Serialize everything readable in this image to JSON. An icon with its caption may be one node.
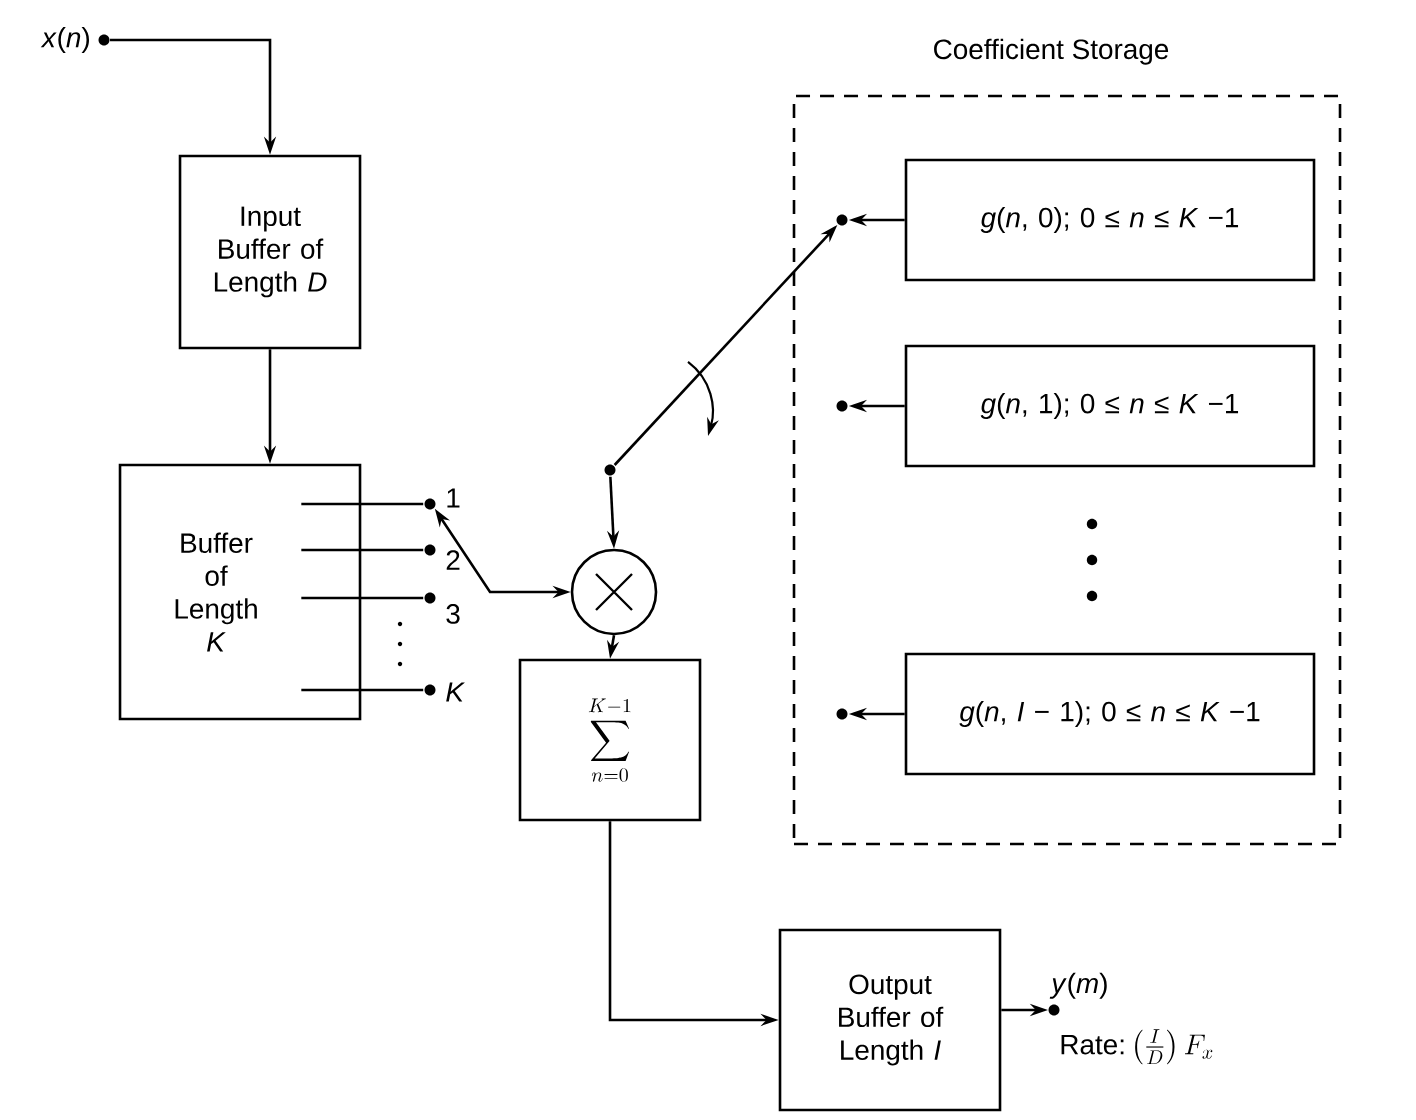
{
  "diagram": {
    "nodes": [
      {
        "text": [
          "*x*(*n*)"
        ]
      },
      {
        "text": [
          "Input Buffer of Length *D*"
        ]
      },
      {
        "text": [
          "Buffer of Length *K*"
        ]
      },
      {
        "text": [],
        "shape": "circle",
        "beside": [
          "1"
        ]
      },
      {
        "text": [],
        "shape": "circle",
        "beside": [
          "2"
        ]
      },
      {
        "text": [],
        "shape": "circle",
        "beside": [
          "3"
        ]
      },
      {
        "text": [],
        "shape": "circle",
        "beside": [
          "*K*"
        ]
      },
      {
        "text": [],
        "shape": "circle"
      },
      {
        "text": [],
        "shape": "circle"
      },
      {
        "text": [
          "Coefficient Storage"
        ]
      },
      {
        "text": [
          "*g*(*n*, 0); 0 ≤ *n* ≤ *K* −1"
        ],
        "in": 9
      },
      {
        "text": [
          "*g*(*n*, 1); 0 ≤ *n* ≤ *K* −1"
        ],
        "in": 9
      },
      {
        "text": [
          "*g*(*n*, *I* − 1); 0 ≤ *n* ≤ *K* −1"
        ],
        "in": 9
      },
      {
        "text": [],
        "shape": "circle",
        "in": 9
      },
      {
        "text": [],
        "shape": "circle",
        "in": 9
      },
      {
        "text": [],
        "shape": "circle",
        "in": 9
      },
      {
        "text": [
          "\\sum_{n=0}^{K-1}"
        ]
      },
      {
        "text": [
          "Output Buffer of Length *I*"
        ]
      },
      {
        "text": [
          "*y*(*m*)"
        ],
        "beside": [
          "\\text{Rate:}\\left(\\frac{I}{D}\\right)F_x"
        ]
      }
    ],
    "edges": [
      {
        "from": 0,
        "to": 1,
        "arrow": "to"
      },
      {
        "from": 1,
        "to": 2,
        "arrow": "to"
      },
      {
        "from": 2,
        "to": 3,
        "arrow": "none"
      },
      {
        "from": 2,
        "to": 4,
        "arrow": "none"
      },
      {
        "from": 2,
        "to": 5,
        "arrow": "none"
      },
      {
        "from": 2,
        "to": 6,
        "arrow": "none"
      },
      {
        "from": 3,
        "to": 7,
        "arrow": "both"
      },
      {
        "from": 8,
        "to": 7,
        "arrow": "to"
      },
      {
        "from": 8,
        "to": 13,
        "arrow": "to"
      },
      {
        "from": 10,
        "to": 13,
        "arrow": "to"
      },
      {
        "from": 11,
        "to": 14,
        "arrow": "to"
      },
      {
        "from": 12,
        "to": 15,
        "arrow": "to"
      },
      {
        "from": 7,
        "to": 16,
        "arrow": "to"
      },
      {
        "from": 16,
        "to": 17,
        "arrow": "to"
      },
      {
        "from": 17,
        "to": 18,
        "arrow": "to"
      }
    ]
  }
}
